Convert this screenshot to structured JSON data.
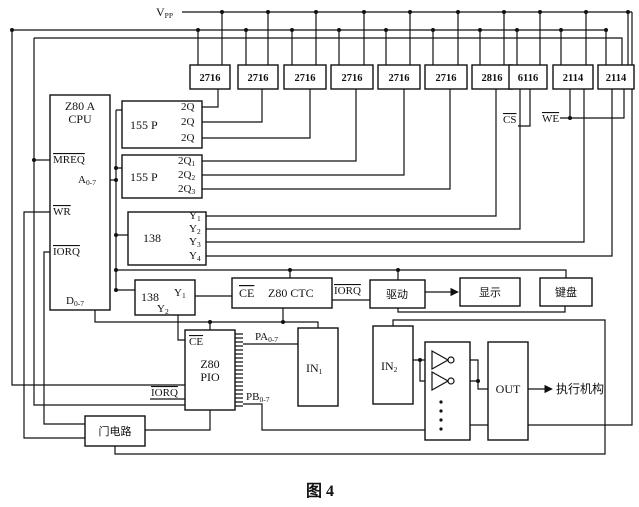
{
  "figure": {
    "caption": "图  4"
  },
  "power": {
    "label": "V",
    "sub": "PP"
  },
  "memory_chips": [
    "2716",
    "2716",
    "2716",
    "2716",
    "2716",
    "2716",
    "2816",
    "6116",
    "2114",
    "2114"
  ],
  "memory_signals": {
    "cs": "CS",
    "we": "WE"
  },
  "cpu": {
    "line1": "Z80 A",
    "line2": "CPU",
    "mreq": "MREQ",
    "addr": {
      "m": "A",
      "s": "0-7"
    },
    "wr": "WR",
    "iorq": "IORQ",
    "data": {
      "m": "D",
      "s": "0-7"
    }
  },
  "decoders": [
    {
      "name": "155 P",
      "outputs": [
        {
          "m": "2Q"
        },
        {
          "m": "2Q"
        },
        {
          "m": "2Q"
        }
      ]
    },
    {
      "name": "155 P",
      "outputs": [
        {
          "m": "2Q",
          "s": "1"
        },
        {
          "m": "2Q",
          "s": "2"
        },
        {
          "m": "2Q",
          "s": "3"
        }
      ]
    },
    {
      "name": "138",
      "outputs": [
        {
          "m": "Y",
          "s": "1"
        },
        {
          "m": "Y",
          "s": "2"
        },
        {
          "m": "Y",
          "s": "3"
        },
        {
          "m": "Y",
          "s": "4"
        }
      ]
    },
    {
      "name": "138",
      "outputs": [
        {
          "m": "Y",
          "s": "1"
        },
        {
          "m": "Y",
          "s": "2"
        }
      ]
    }
  ],
  "ctc": {
    "ce": "CE",
    "name": "Z80 CTC",
    "iorq": "IORQ"
  },
  "display_chain": {
    "driver": "驱动",
    "display": "显示",
    "keyboard": "键盘"
  },
  "pio": {
    "ce": "CE",
    "line1": "Z80",
    "line2": "PIO",
    "pa": {
      "m": "PA",
      "s": "0-7"
    },
    "pb": {
      "m": "PB",
      "s": "0-7"
    },
    "iorq": "IORQ"
  },
  "inputs": [
    {
      "m": "IN",
      "s": "1"
    },
    {
      "m": "IN",
      "s": "2"
    }
  ],
  "output": {
    "label": "OUT",
    "actuator": "执行机构"
  },
  "gate": {
    "label": "门电路"
  }
}
